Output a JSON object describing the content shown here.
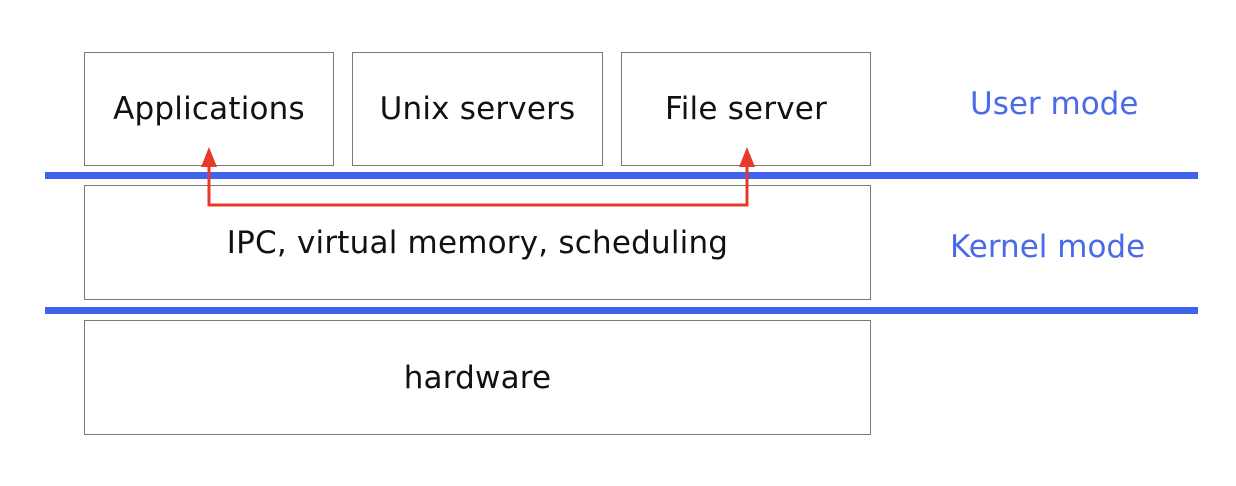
{
  "user_space": {
    "boxes": [
      {
        "label": "Applications"
      },
      {
        "label": "Unix servers"
      },
      {
        "label": "File server"
      }
    ]
  },
  "kernel": {
    "label": "IPC, virtual memory, scheduling"
  },
  "hardware": {
    "label": "hardware"
  },
  "modes": {
    "user": "User mode",
    "kernel": "Kernel mode"
  },
  "ipc_path": {
    "from": "Applications",
    "to": "File server",
    "bidirectional": true
  },
  "colors": {
    "mode_line": "#3f63ee",
    "mode_label": "#4a6ae8",
    "ipc_arrow": "#e8382a",
    "box_border": "#7a7a7a"
  }
}
